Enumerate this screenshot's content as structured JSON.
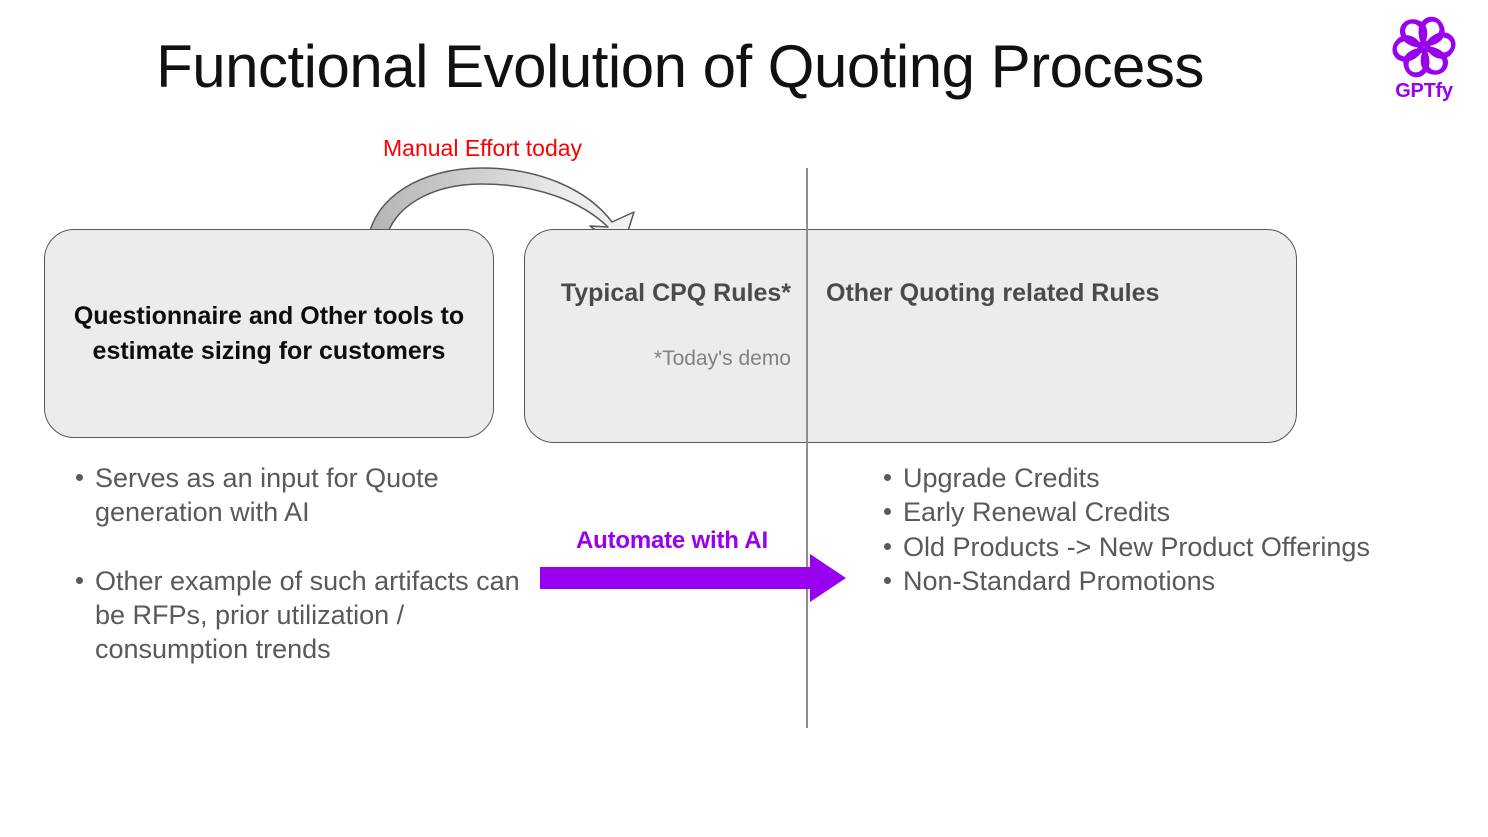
{
  "slide": {
    "title": "Functional Evolution of Quoting Process",
    "background": "#ffffff"
  },
  "logo": {
    "mark_icon": "gptfy-pinwheel-icon",
    "wordmark": "GPTfy",
    "color": "#9900ee"
  },
  "annotations": {
    "manual_effort": {
      "text": "Manual Effort today",
      "color": "#ff0000"
    },
    "automate": {
      "text": "Automate with AI",
      "color": "#9900ee"
    },
    "curved_arrow_icon": "curved-arrow-icon",
    "straight_arrow_icon": "right-arrow-icon",
    "divider_icon": "vertical-divider-line"
  },
  "box_left": {
    "title": "Questionnaire and Other tools to estimate sizing for customers",
    "fill": "#ececec",
    "border": "#595959",
    "text_color": "#0d0d0d"
  },
  "box_right": {
    "fill": "#ececec",
    "border": "#595959",
    "text_color": "#4a4a4a",
    "col_cpq": {
      "title": "Typical CPQ Rules*",
      "note": "*Today's demo"
    },
    "col_other": {
      "title": "Other Quoting related Rules"
    }
  },
  "bullets_left": [
    "Serves as an input for Quote generation with AI",
    "Other example of such artifacts can be RFPs, prior utilization / consumption trends"
  ],
  "bullets_right": [
    "Upgrade Credits",
    "Early Renewal Credits",
    "Old Products -> New Product Offerings",
    "Non-Standard Promotions"
  ]
}
